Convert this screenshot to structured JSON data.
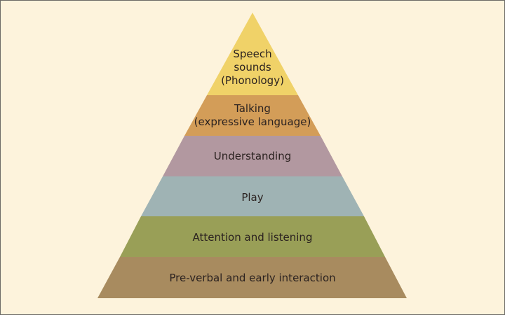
{
  "diagram": {
    "type": "pyramid",
    "background_color": "#fdf3dc",
    "levels": [
      {
        "label": "Speech\nsounds\n(Phonology)",
        "color": "#f0d268"
      },
      {
        "label": "Talking\n(expressive language)",
        "color": "#d39d58"
      },
      {
        "label": "Understanding",
        "color": "#b298a0"
      },
      {
        "label": "Play",
        "color": "#9fb3b4"
      },
      {
        "label": "Attention and listening",
        "color": "#999f57"
      },
      {
        "label": "Pre-verbal and early interaction",
        "color": "#a88b5f"
      }
    ]
  }
}
